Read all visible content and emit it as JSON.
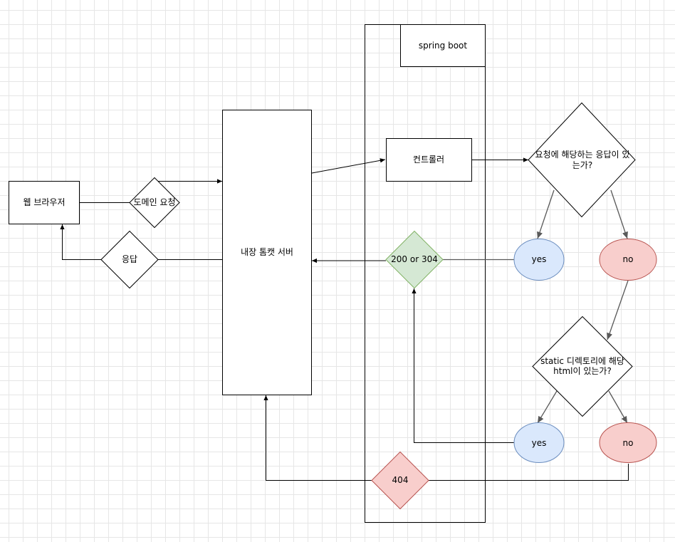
{
  "diagram": {
    "nodes": {
      "web_browser": "웹 브라우저",
      "domain_request": "도메인 요청",
      "response": "응답",
      "embedded_tomcat": "내장 톰캣 서버",
      "spring_boot": "spring boot",
      "controller": "컨트롤러",
      "has_response_line1": "요청에 해당하는 응답이 있",
      "has_response_line2": "는가?",
      "status_ok": "200 or 304",
      "yes_1": "yes",
      "no_1": "no",
      "static_check_line1": "static 디렉토리에 해당",
      "static_check_line2": "html이 있는가?",
      "yes_2": "yes",
      "no_2": "no",
      "not_found": "404"
    },
    "colors": {
      "yes_fill": "#dae8fc",
      "yes_stroke": "#6c8ebf",
      "no_fill": "#f8cecc",
      "no_stroke": "#b85450",
      "green_fill": "#d5e8d4",
      "green_stroke": "#82b366",
      "line": "#000000"
    }
  }
}
